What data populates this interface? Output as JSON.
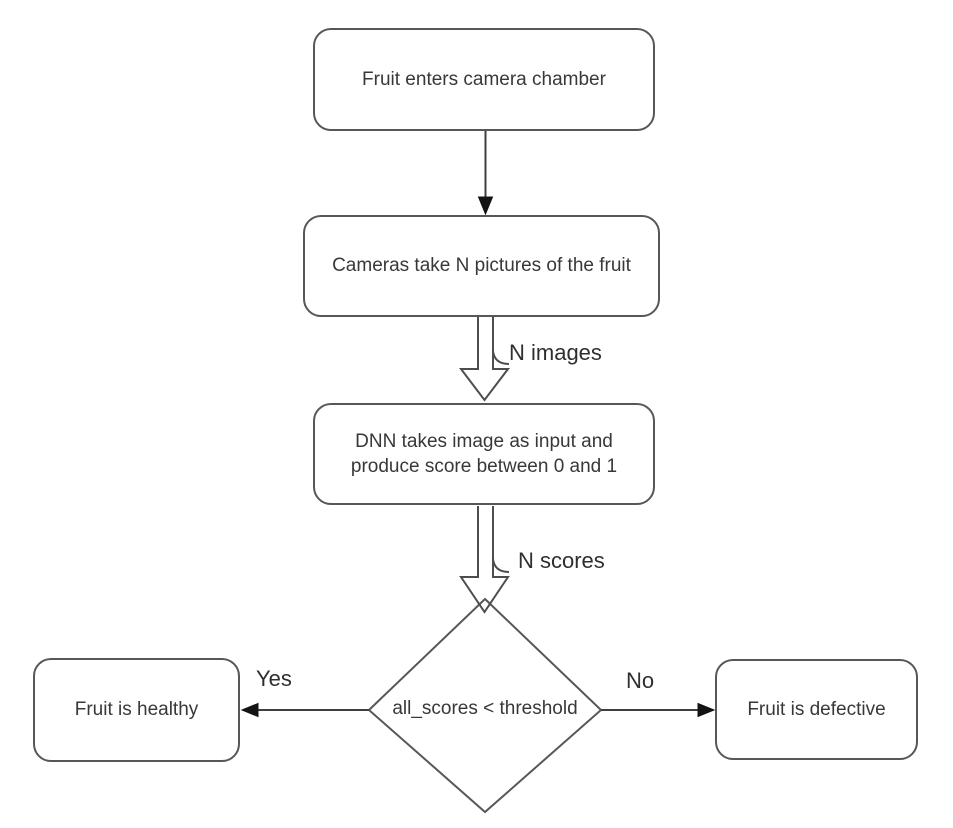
{
  "flowchart": {
    "nodes": {
      "enter": {
        "label": "Fruit enters camera chamber"
      },
      "cameras": {
        "label": "Cameras take N pictures of the fruit"
      },
      "dnn": {
        "label": "DNN takes image as input and\nproduce score between 0 and 1"
      },
      "decision": {
        "label": "all_scores < threshold"
      },
      "healthy": {
        "label": "Fruit is healthy"
      },
      "defective": {
        "label": "Fruit is defective"
      }
    },
    "edge_labels": {
      "n_images": "N images",
      "n_scores": "N scores",
      "yes": "Yes",
      "no": "No"
    },
    "colors": {
      "background": "#ffffff",
      "shape_stroke": "#55585a",
      "arrowhead_fill": "#141414",
      "text": "#383838"
    }
  }
}
